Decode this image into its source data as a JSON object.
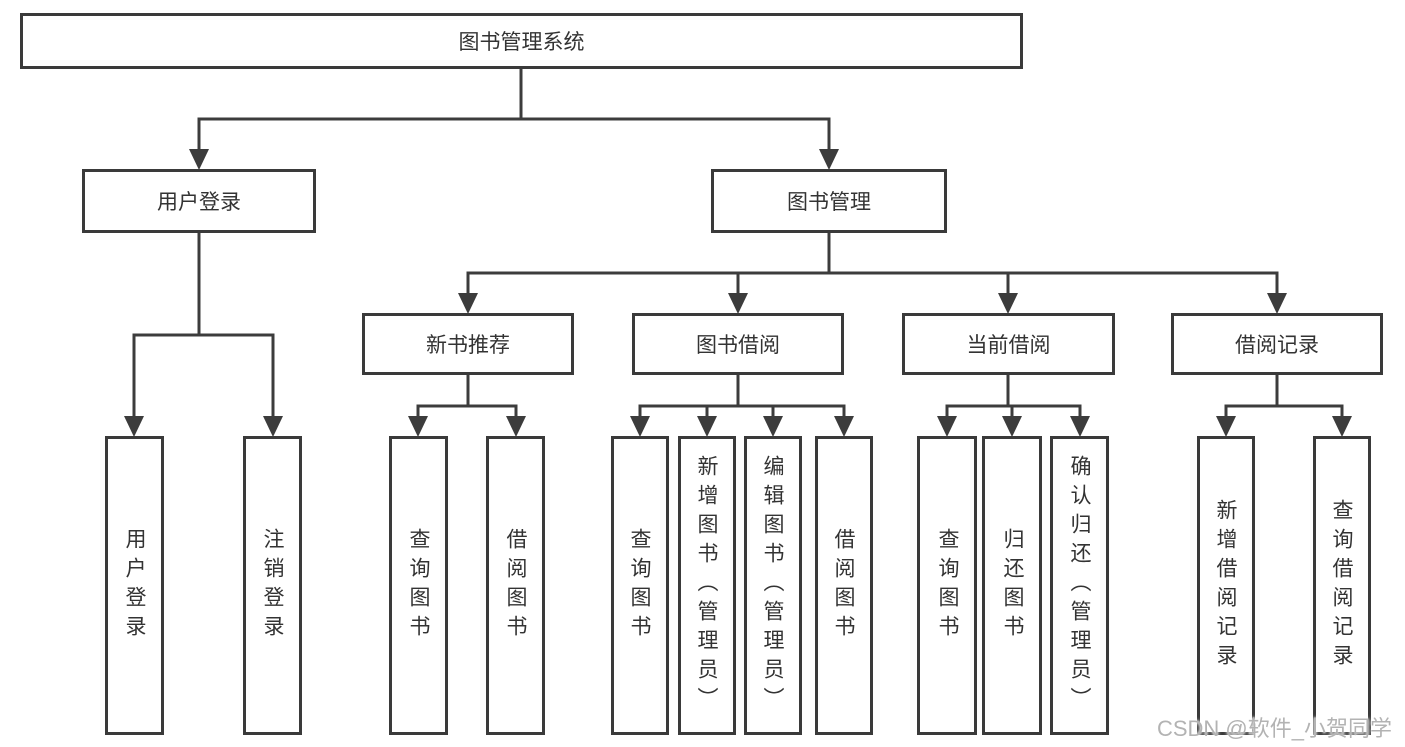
{
  "diagram": {
    "root": {
      "label": "图书管理系统",
      "children": [
        {
          "label": "用户登录",
          "children": [
            {
              "label": "用户登录"
            },
            {
              "label": "注销登录"
            }
          ]
        },
        {
          "label": "图书管理",
          "children": [
            {
              "label": "新书推荐",
              "children": [
                {
                  "label": "查询图书"
                },
                {
                  "label": "借阅图书"
                }
              ]
            },
            {
              "label": "图书借阅",
              "children": [
                {
                  "label": "查询图书"
                },
                {
                  "label": "新增图书（管理员）"
                },
                {
                  "label": "编辑图书（管理员）"
                },
                {
                  "label": "借阅图书"
                }
              ]
            },
            {
              "label": "当前借阅",
              "children": [
                {
                  "label": "查询图书"
                },
                {
                  "label": "归还图书"
                },
                {
                  "label": "确认归还（管理员）"
                }
              ]
            },
            {
              "label": "借阅记录",
              "children": [
                {
                  "label": "新增借阅记录"
                },
                {
                  "label": "查询借阅记录"
                }
              ]
            }
          ]
        }
      ]
    }
  },
  "watermark": "CSDN @软件_小贺同学",
  "colors": {
    "line": "#3c3c3c",
    "text": "#333333",
    "watermark": "#b3b3b3",
    "background": "#ffffff"
  }
}
